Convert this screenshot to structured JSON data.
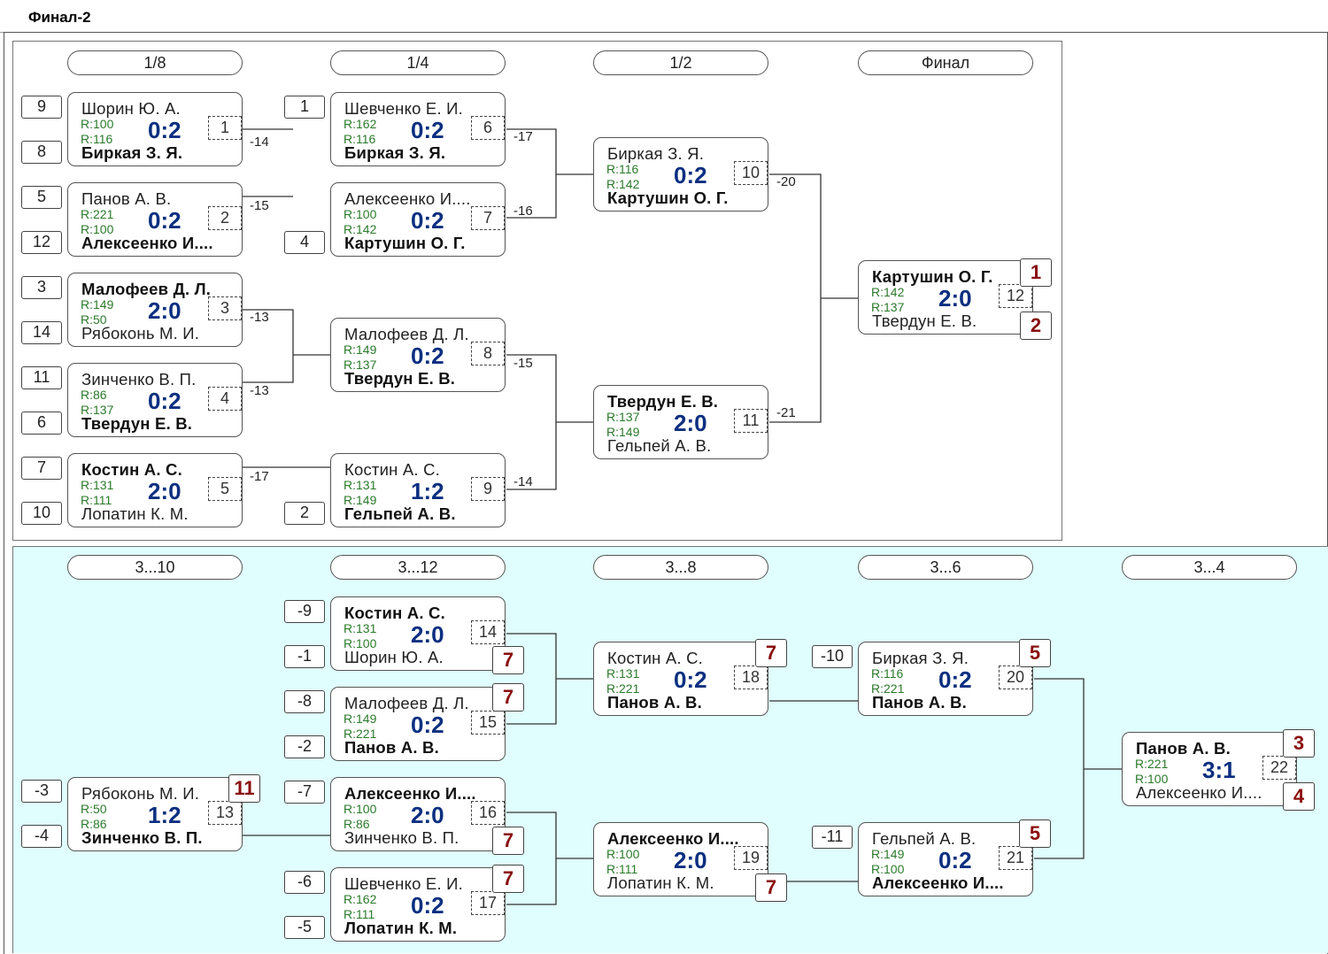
{
  "title": "Финал-2",
  "colors": {
    "score": "#0b2f80",
    "rating": "#2a7a2a",
    "place": "#8a0e0e",
    "bottom_bg": "#e0fefe"
  },
  "top": {
    "headers": [
      "1/8",
      "1/4",
      "1/2",
      "Финал"
    ],
    "matches": [
      {
        "p1": "Шорин Ю. А.",
        "r1": "R:100",
        "p2": "Биркая З. Я.",
        "r2": "R:116",
        "score": "0:2",
        "num": "1",
        "w": 2
      },
      {
        "p1": "Панов А. В.",
        "r1": "R:221",
        "p2": "Алексеенко И....",
        "r2": "R:100",
        "score": "0:2",
        "num": "2",
        "w": 2
      },
      {
        "p1": "Малофеев Д. Л.",
        "r1": "R:149",
        "p2": "Рябоконь М. И.",
        "r2": "R:50",
        "score": "2:0",
        "num": "3",
        "w": 1
      },
      {
        "p1": "Зинченко В. П.",
        "r1": "R:86",
        "p2": "Твердун Е. В.",
        "r2": "R:137",
        "score": "0:2",
        "num": "4",
        "w": 2
      },
      {
        "p1": "Костин А. С.",
        "r1": "R:131",
        "p2": "Лопатин К. М.",
        "r2": "R:111",
        "score": "2:0",
        "num": "5",
        "w": 1
      },
      {
        "p1": "Шевченко Е. И.",
        "r1": "R:162",
        "p2": "Биркая З. Я.",
        "r2": "R:116",
        "score": "0:2",
        "num": "6",
        "w": 2
      },
      {
        "p1": "Алексеенко И....",
        "r1": "R:100",
        "p2": "Картушин О. Г.",
        "r2": "R:142",
        "score": "0:2",
        "num": "7",
        "w": 2
      },
      {
        "p1": "Малофеев Д. Л.",
        "r1": "R:149",
        "p2": "Твердун Е. В.",
        "r2": "R:137",
        "score": "0:2",
        "num": "8",
        "w": 2
      },
      {
        "p1": "Костин А. С.",
        "r1": "R:131",
        "p2": "Гельпей А. В.",
        "r2": "R:149",
        "score": "1:2",
        "num": "9",
        "w": 2
      },
      {
        "p1": "Биркая З. Я.",
        "r1": "R:116",
        "p2": "Картушин О. Г.",
        "r2": "R:142",
        "score": "0:2",
        "num": "10",
        "w": 2
      },
      {
        "p1": "Твердун Е. В.",
        "r1": "R:137",
        "p2": "Гельпей А. В.",
        "r2": "R:149",
        "score": "2:0",
        "num": "11",
        "w": 1
      },
      {
        "p1": "Картушин О. Г.",
        "r1": "R:142",
        "p2": "Твердун Е. В.",
        "r2": "R:137",
        "score": "2:0",
        "num": "12",
        "w": 1
      }
    ],
    "seeds": [
      "9",
      "8",
      "5",
      "12",
      "3",
      "14",
      "11",
      "6",
      "7",
      "10",
      "1",
      "4",
      "2"
    ],
    "diffs": [
      "-14",
      "-15",
      "-13",
      "-13",
      "-17",
      "-17",
      "-16",
      "-15",
      "-14",
      "-20",
      "-21"
    ],
    "places": [
      "1",
      "2"
    ]
  },
  "bottom": {
    "headers": [
      "3...10",
      "3...12",
      "3...8",
      "3...6",
      "3...4"
    ],
    "matches": [
      {
        "p1": "Рябоконь М. И.",
        "r1": "R:50",
        "p2": "Зинченко В. П.",
        "r2": "R:86",
        "score": "1:2",
        "num": "13",
        "w": 2
      },
      {
        "p1": "Костин А. С.",
        "r1": "R:131",
        "p2": "Шорин Ю. А.",
        "r2": "R:100",
        "score": "2:0",
        "num": "14",
        "w": 1
      },
      {
        "p1": "Малофеев Д. Л.",
        "r1": "R:149",
        "p2": "Панов А. В.",
        "r2": "R:221",
        "score": "0:2",
        "num": "15",
        "w": 2
      },
      {
        "p1": "Алексеенко И....",
        "r1": "R:100",
        "p2": "Зинченко В. П.",
        "r2": "R:86",
        "score": "2:0",
        "num": "16",
        "w": 1
      },
      {
        "p1": "Шевченко Е. И.",
        "r1": "R:162",
        "p2": "Лопатин К. М.",
        "r2": "R:111",
        "score": "0:2",
        "num": "17",
        "w": 2
      },
      {
        "p1": "Костин А. С.",
        "r1": "R:131",
        "p2": "Панов А. В.",
        "r2": "R:221",
        "score": "0:2",
        "num": "18",
        "w": 2
      },
      {
        "p1": "Алексеенко И....",
        "r1": "R:100",
        "p2": "Лопатин К. М.",
        "r2": "R:111",
        "score": "2:0",
        "num": "19",
        "w": 1
      },
      {
        "p1": "Биркая З. Я.",
        "r1": "R:116",
        "p2": "Панов А. В.",
        "r2": "R:221",
        "score": "0:2",
        "num": "20",
        "w": 2
      },
      {
        "p1": "Гельпей А. В.",
        "r1": "R:149",
        "p2": "Алексеенко И....",
        "r2": "R:100",
        "score": "0:2",
        "num": "21",
        "w": 2
      },
      {
        "p1": "Панов А. В.",
        "r1": "R:221",
        "p2": "Алексеенко И....",
        "r2": "R:100",
        "score": "3:1",
        "num": "22",
        "w": 1
      }
    ],
    "seeds": [
      "-3",
      "-4",
      "-9",
      "-1",
      "-8",
      "-2",
      "-7",
      "-6",
      "-5",
      "-10",
      "-11"
    ],
    "places": [
      "11",
      "7",
      "7",
      "7",
      "7",
      "7",
      "7",
      "5",
      "5",
      "3",
      "4"
    ]
  }
}
